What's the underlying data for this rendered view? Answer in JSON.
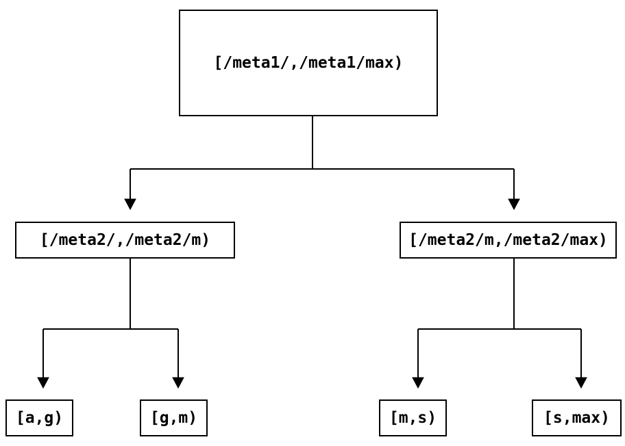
{
  "diagram": {
    "type": "tree",
    "colors": {
      "background": "#ffffff",
      "line": "#000000",
      "text": "#000000"
    },
    "nodes": {
      "root": {
        "label": "[/meta1/,/meta1/max)"
      },
      "meta2_low": {
        "label": "[/meta2/,/meta2/m)"
      },
      "meta2_high": {
        "label": "[/meta2/m,/meta2/max)"
      },
      "leaf_ag": {
        "label": "[a,g)"
      },
      "leaf_gm": {
        "label": "[g,m)"
      },
      "leaf_ms": {
        "label": "[m,s)"
      },
      "leaf_smax": {
        "label": "[s,max)"
      }
    },
    "edges": [
      {
        "from": "root",
        "to": "meta2_low"
      },
      {
        "from": "root",
        "to": "meta2_high"
      },
      {
        "from": "meta2_low",
        "to": "leaf_ag"
      },
      {
        "from": "meta2_low",
        "to": "leaf_gm"
      },
      {
        "from": "meta2_high",
        "to": "leaf_ms"
      },
      {
        "from": "meta2_high",
        "to": "leaf_smax"
      }
    ]
  }
}
